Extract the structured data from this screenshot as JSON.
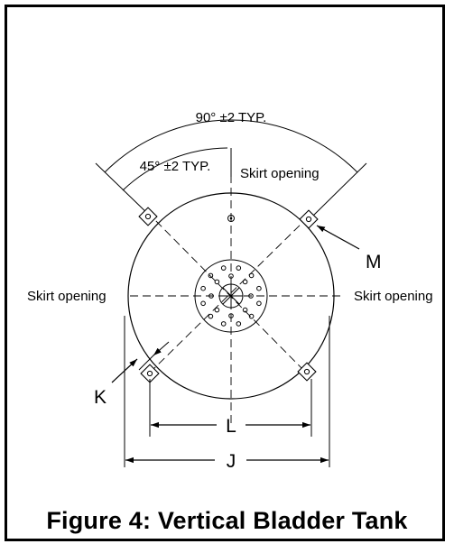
{
  "figure": {
    "caption": "Figure 4: Vertical Bladder Tank"
  },
  "labels": {
    "angle_90": "90° ±2 TYP.",
    "angle_45": "45° ±2 TYP.",
    "skirt_top": "Skirt opening",
    "skirt_left": "Skirt opening",
    "skirt_right": "Skirt opening",
    "m": "M",
    "k": "K",
    "l": "L",
    "j": "J"
  }
}
